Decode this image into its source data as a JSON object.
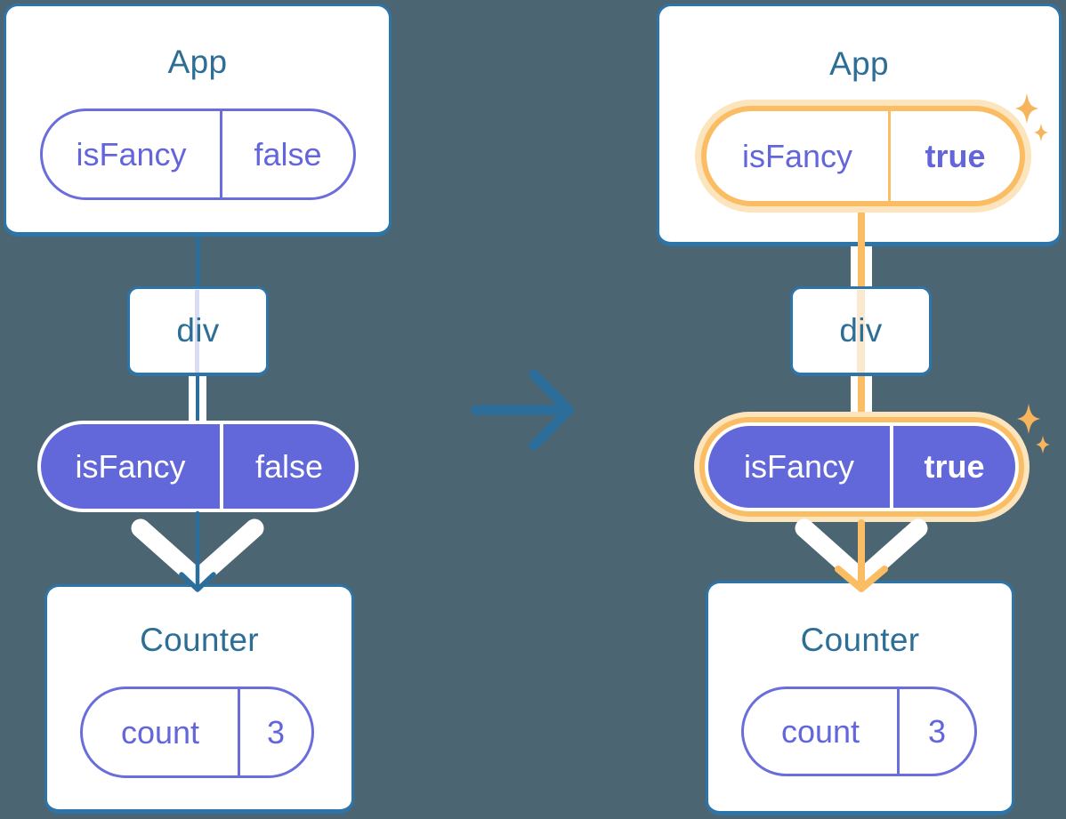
{
  "colors": {
    "background": "#4C6572",
    "card_fill": "#FFFFFF",
    "card_border": "#2D75A9",
    "node_title": "#2D6E96",
    "edge_blue": "#2C6E9B",
    "pill_outline": "#6A6EDB",
    "pill_text_indigo": "#6366DB",
    "pill_indigo": "#6268D9",
    "highlight_orange": "#FABD63",
    "highlight_halo": "#FCE4BC",
    "sparkle": "#F6B45C",
    "stripe_lavender": "#D8DDF4",
    "stripe_peach": "#FBE9CF",
    "transition_arrow": "#2C6E9B"
  },
  "left_tree": {
    "app": {
      "title": "App",
      "state": {
        "key": "isFancy",
        "value": "false"
      }
    },
    "container": {
      "label": "div"
    },
    "prop": {
      "key": "isFancy",
      "value": "false"
    },
    "counter": {
      "title": "Counter",
      "state": {
        "key": "count",
        "value": "3"
      }
    }
  },
  "right_tree": {
    "app": {
      "title": "App",
      "state": {
        "key": "isFancy",
        "value": "true"
      }
    },
    "container": {
      "label": "div"
    },
    "prop": {
      "key": "isFancy",
      "value": "true"
    },
    "counter": {
      "title": "Counter",
      "state": {
        "key": "count",
        "value": "3"
      }
    }
  }
}
